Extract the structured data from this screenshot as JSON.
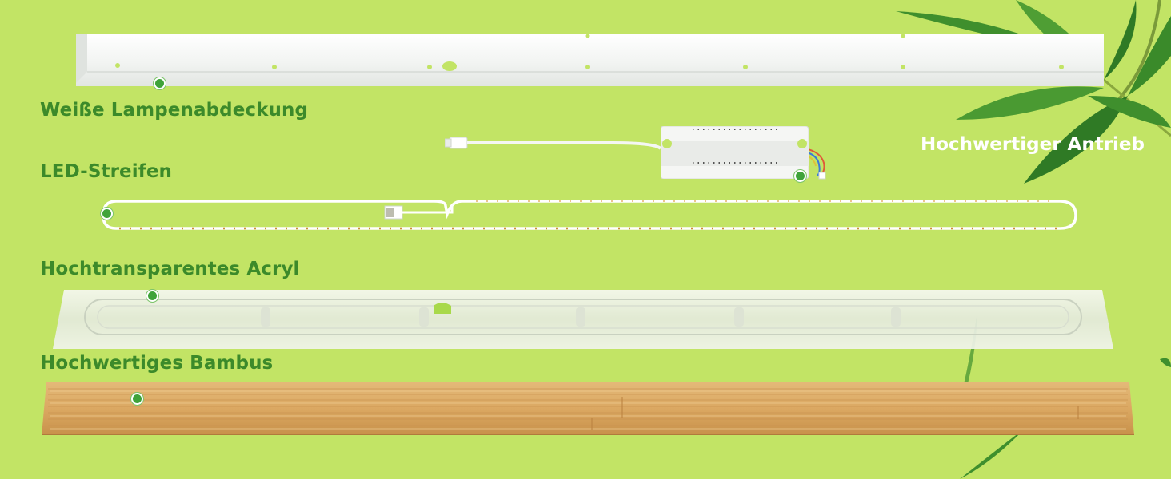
{
  "labels": {
    "cover": "Weiße Lampenabdeckung",
    "strip": "LED-Streifen",
    "acrylic": "Hochtransparentes Acryl",
    "bamboo": "Hochwertiges Bambus",
    "driver": "Hochwertiger Antrieb"
  },
  "colors": {
    "background": "#c2e465",
    "label_text": "#3c8a2a",
    "marker": "#3fa33a",
    "bamboo": "#dcae6a"
  }
}
